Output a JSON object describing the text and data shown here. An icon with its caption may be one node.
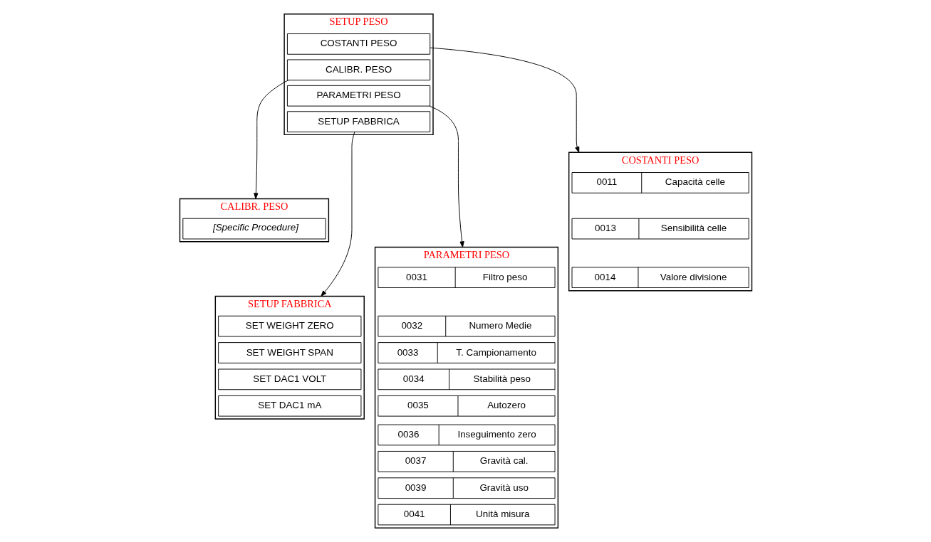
{
  "diagram": {
    "nodes": [
      {
        "text": [
          "SETUP PESO"
        ]
      },
      {
        "text": [
          "COSTANTI PESO"
        ],
        "in": 0
      },
      {
        "text": [
          "CALIBR. PESO"
        ],
        "in": 0
      },
      {
        "text": [
          "PARAMETRI PESO"
        ],
        "in": 0
      },
      {
        "text": [
          "SETUP FABBRICA"
        ],
        "in": 0
      },
      {
        "text": [
          "PARAMETRI PESO"
        ]
      },
      {
        "text": [
          "0031",
          "Filtro peso"
        ],
        "in": 5
      },
      {
        "text": [
          "0032",
          "Numero Medie"
        ],
        "in": 5
      },
      {
        "text": [
          "0033",
          "T. Campionamento"
        ],
        "in": 5
      },
      {
        "text": [
          "0034",
          "Stabilità peso"
        ],
        "in": 5
      },
      {
        "text": [
          "0035",
          "Autozero"
        ],
        "in": 5
      },
      {
        "text": [
          "0036",
          "Inseguimento zero"
        ],
        "in": 5
      },
      {
        "text": [
          "0037",
          "Gravità cal."
        ],
        "in": 5
      },
      {
        "text": [
          "0039",
          "Gravità uso"
        ],
        "in": 5
      },
      {
        "text": [
          "0041",
          "Unità misura"
        ],
        "in": 5
      },
      {
        "text": [
          "SETUP FABBRICA"
        ]
      },
      {
        "text": [
          "SET WEIGHT ZERO"
        ],
        "in": 15
      },
      {
        "text": [
          "SET WEIGHT SPAN"
        ],
        "in": 15
      },
      {
        "text": [
          "SET DAC1 VOLT"
        ],
        "in": 15
      },
      {
        "text": [
          "SET DAC1 mA"
        ],
        "in": 15
      },
      {
        "text": [
          "CALIBR. PESO"
        ]
      },
      {
        "text": [
          "[Specific Procedure]"
        ],
        "in": 20
      },
      {
        "text": [
          "COSTANTI PESO"
        ]
      },
      {
        "text": [
          "0011",
          "Capacità celle"
        ],
        "in": 22
      },
      {
        "text": [
          "0013",
          "Sensibilità celle"
        ],
        "in": 22
      },
      {
        "text": [
          "0014",
          "Valore divisione"
        ],
        "in": 22
      }
    ],
    "edges": [
      {
        "from": 1,
        "to": 22,
        "arrow": "to"
      },
      {
        "from": 2,
        "to": 20,
        "arrow": "to"
      },
      {
        "from": 3,
        "to": 5,
        "arrow": "to"
      },
      {
        "from": 4,
        "to": 15,
        "arrow": "to"
      }
    ]
  }
}
